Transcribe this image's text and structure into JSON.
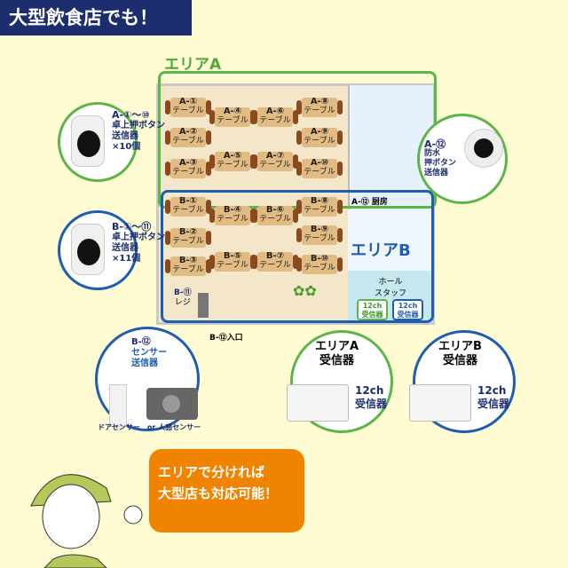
{
  "header": {
    "title": "大型飲食店でも！"
  },
  "areas": {
    "a_label": "エリアA",
    "b_label": "エリアB"
  },
  "tables_a": [
    {
      "id": "A-①"
    },
    {
      "id": "A-②"
    },
    {
      "id": "A-③"
    },
    {
      "id": "A-④"
    },
    {
      "id": "A-⑤"
    },
    {
      "id": "A-⑥"
    },
    {
      "id": "A-⑦"
    },
    {
      "id": "A-⑧"
    },
    {
      "id": "A-⑨"
    },
    {
      "id": "A-⑩"
    }
  ],
  "tables_b": [
    {
      "id": "B-①"
    },
    {
      "id": "B-②"
    },
    {
      "id": "B-③"
    },
    {
      "id": "B-④"
    },
    {
      "id": "B-⑤"
    },
    {
      "id": "B-⑥"
    },
    {
      "id": "B-⑦"
    },
    {
      "id": "B-⑧"
    },
    {
      "id": "B-⑨"
    },
    {
      "id": "B-⑩"
    }
  ],
  "table_word": "テーブル",
  "register": {
    "id": "B-⑪",
    "label": "レジ"
  },
  "kitchen": "A-⑫ 厨房",
  "entrance": "B-⑫入口",
  "hall_staff": "ホール\nスタッフ",
  "hall_receiver_a": "12ch\n受信器",
  "hall_receiver_b": "12ch\n受信器",
  "callout_a": {
    "id": "A-①〜⑩",
    "line1": "卓上押ボタン",
    "line2": "送信器",
    "count": "×10個"
  },
  "callout_b": {
    "id": "B-①〜⑪",
    "line1": "卓上押ボタン",
    "line2": "送信器",
    "count": "×11個"
  },
  "callout_a12": {
    "id": "A-⑫",
    "line1": "防水",
    "line2": "押ボタン",
    "line3": "送信器"
  },
  "callout_b12": {
    "id": "B-⑫",
    "line1": "センサー",
    "line2": "送信器",
    "caption": "ドアセンサー　or 人感センサー"
  },
  "receiver_a": {
    "title1": "エリアA",
    "title2": "受信器",
    "spec1": "12ch",
    "spec2": "受信器"
  },
  "receiver_b": {
    "title1": "エリアB",
    "title2": "受信器",
    "spec1": "12ch",
    "spec2": "受信器"
  },
  "speech": {
    "line1": "エリアで分ければ",
    "line2": "大型店も対応可能！"
  },
  "colors": {
    "navy": "#1d2e6e",
    "green": "#5bb646",
    "blue": "#1e5db0",
    "orange": "#f08300",
    "bg": "#fffbd2"
  }
}
